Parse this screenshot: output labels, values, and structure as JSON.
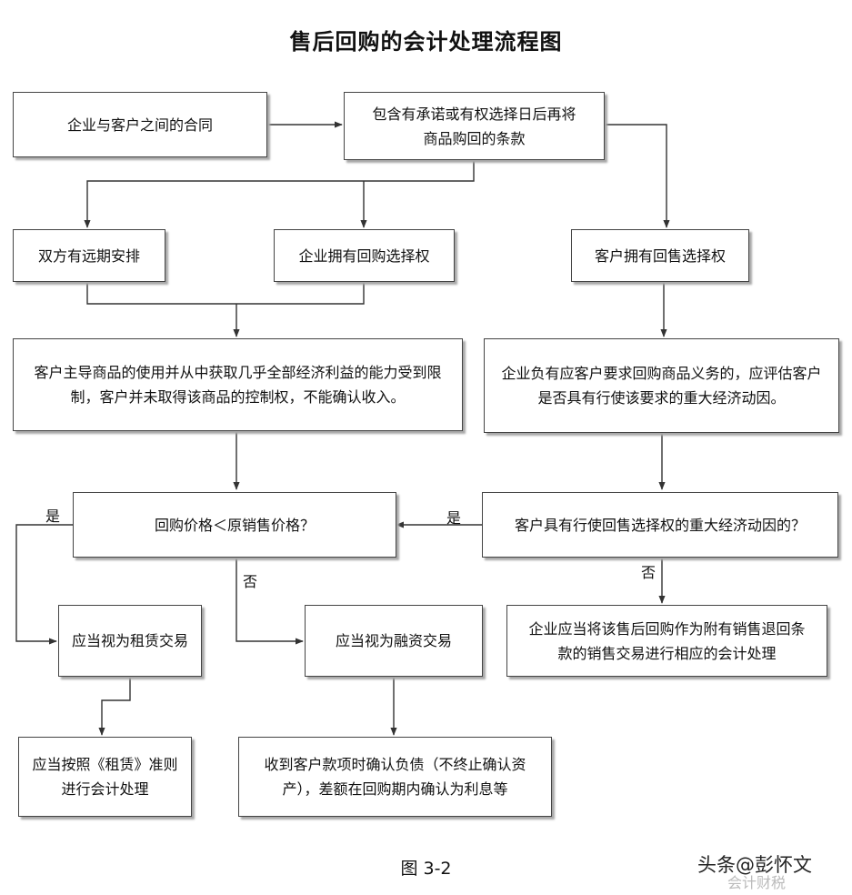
{
  "title": "售后回购的会计处理流程图",
  "nodes": {
    "contract": "企业与客户之间的合同",
    "clause": "包含有承诺或有权选择日后再将商品购回的条款",
    "forward": "双方有远期安排",
    "call_option": "企业拥有回购选择权",
    "put_option": "客户拥有回售选择权",
    "limited_control": "客户主导商品的使用并从中获取几乎全部经济利益的能力受到限制，客户并未取得该商品的控制权，不能确认收入。",
    "obligation": "企业负有应客户要求回购商品义务的，应评估客户是否具有行使该要求的重大经济动因。",
    "price_question": "回购价格＜原销售价格？",
    "incentive_question": "客户具有行使回售选择权的重大经济动因的？",
    "lease": "应当视为租赁交易",
    "financing": "应当视为融资交易",
    "sale_with_return": "企业应当将该售后回购作为附有销售退回条款的销售交易进行相应的会计处理",
    "lease_standard": "应当按照《租赁》准则进行会计处理",
    "liability": "收到客户款项时确认负债（不终止确认资产），差额在回购期内确认为利息等"
  },
  "edge_labels": {
    "yes_left": "是",
    "no_left": "否",
    "yes_right": "是",
    "no_right": "否"
  },
  "caption": "图 3-2",
  "watermark": "头条@彭怀文",
  "watermark_sub": "会计财税"
}
